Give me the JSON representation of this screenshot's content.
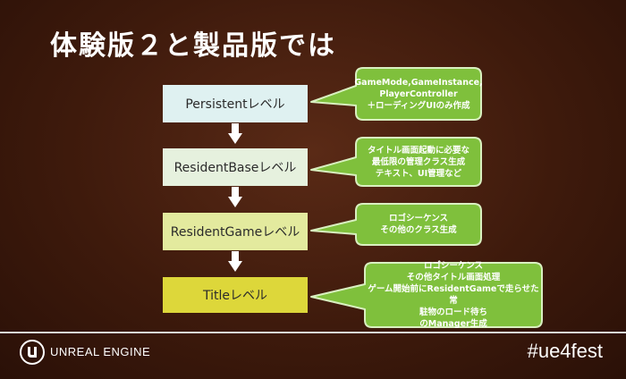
{
  "title": "体験版２と製品版では",
  "levels": [
    {
      "label": "Persistentレベル",
      "color": "#dff1f1"
    },
    {
      "label": "ResidentBaseレベル",
      "color": "#e6f1de"
    },
    {
      "label": "ResidentGameレベル",
      "color": "#e3ea9e"
    },
    {
      "label": "Titleレベル",
      "color": "#ddd73a"
    }
  ],
  "callouts": [
    {
      "lines": [
        "GameMode,GameInstance,",
        "PlayerController",
        "＋ローディングUIのみ作成"
      ]
    },
    {
      "lines": [
        "タイトル画面起動に必要な",
        "最低限の管理クラス生成",
        "テキスト、UI管理など"
      ]
    },
    {
      "lines": [
        "ロゴシーケンス",
        "その他のクラス生成"
      ]
    },
    {
      "lines": [
        "ロゴシーケンス",
        "その他タイトル画面処理",
        "ゲーム開始前にResidentGameで走らせた常",
        "駐物のロード待ち",
        "のManager生成"
      ]
    }
  ],
  "colors": {
    "callout_fill": "#7fc03c",
    "callout_border": "#d9f0c0",
    "arrow": "#ffffff"
  },
  "footer": {
    "engine_name": "UNREAL ENGINE",
    "hashtag": "#ue4fest",
    "logo_icon": "unreal-logo-icon"
  }
}
